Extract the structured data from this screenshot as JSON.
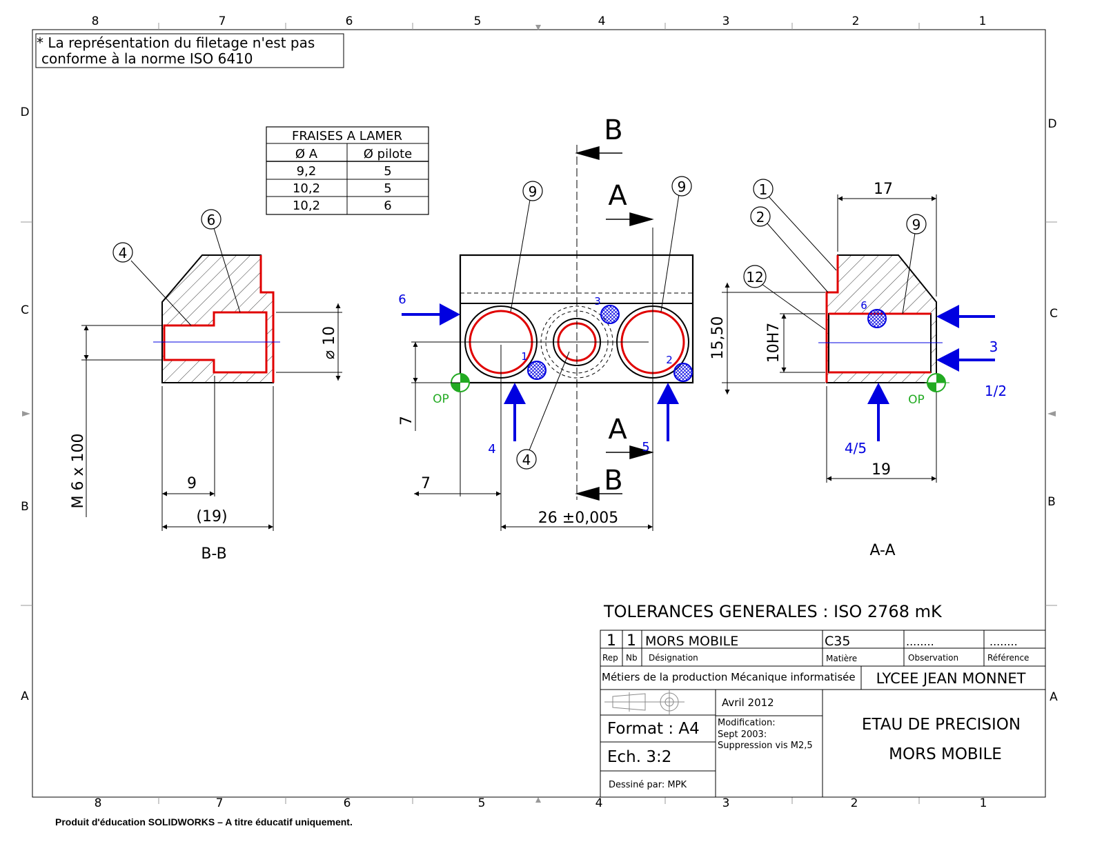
{
  "border": {
    "cols_top": [
      "8",
      "7",
      "6",
      "5",
      "4",
      "3",
      "2",
      "1"
    ],
    "cols_bottom": [
      "8",
      "7",
      "6",
      "5",
      "4",
      "3",
      "2",
      "1"
    ],
    "rows_left": [
      "D",
      "C",
      "B",
      "A"
    ],
    "rows_right": [
      "D",
      "C",
      "B",
      "A"
    ]
  },
  "note": {
    "line1": "* La représentation du filetage n'est pas",
    "line2": "conforme à la norme ISO 6410"
  },
  "fraises_table": {
    "title": "FRAISES A LAMER",
    "col1": "Ø A",
    "col2": "Ø pilote",
    "rows": [
      [
        "9,2",
        "5"
      ],
      [
        "10,2",
        "5"
      ],
      [
        "10,2",
        "6"
      ]
    ]
  },
  "view_bb": {
    "label": "B-B",
    "balloons": [
      "4",
      "6"
    ],
    "dim_diameter": "⌀ 10",
    "dim_thread": "M 6 x 100",
    "dim_9": "9",
    "dim_19": "(19)"
  },
  "view_front": {
    "cut_b": "B",
    "cut_a": "A",
    "balloon_9": "9",
    "balloon_4": "4",
    "arrow_6": "6",
    "arrow_4": "4",
    "arrow_5": "5",
    "pt_1": "1",
    "pt_2": "2",
    "pt_3": "3",
    "op": "OP",
    "dim_7_vert": "7",
    "dim_7_horiz": "7",
    "dim_26": "26 ±0,005"
  },
  "view_aa": {
    "label": "A-A",
    "balloons": [
      "1",
      "2",
      "9",
      "12"
    ],
    "dim_17": "17",
    "dim_19": "19",
    "dim_15_50": "15,50",
    "dim_10h7": "10H7",
    "arrow_3": "3",
    "arrow_12": "1/2",
    "arrow_45": "4/5",
    "pt_6": "6",
    "op": "OP"
  },
  "title_block": {
    "tolerances": "TOLERANCES GENERALES : ISO 2768 mK",
    "rep": "1",
    "nb": "1",
    "designation": "MORS MOBILE",
    "matiere": "C35",
    "observation": "........",
    "reference": "........",
    "hdr_rep": "Rep",
    "hdr_nb": "Nb",
    "hdr_designation": "Désignation",
    "hdr_matiere": "Matière",
    "hdr_observation": "Observation",
    "hdr_reference": "Référence",
    "section": "Métiers de la production Mécanique informatisée",
    "school": "LYCEE JEAN MONNET",
    "date": "Avril 2012",
    "mod_1": "Modification:",
    "mod_2": "Sept 2003:",
    "mod_3": "Suppression vis M2,5",
    "format": "Format : A4",
    "scale": "Ech.  3:2",
    "drawn_by": "Dessiné par: MPK",
    "title1": "ETAU DE PRECISION",
    "title2": "MORS MOBILE"
  },
  "footer": "Produit d'éducation SOLIDWORKS – A titre éducatif uniquement.",
  "colors": {
    "line": "#000000",
    "contact": "#e00000",
    "blue": "#0000e0",
    "green": "#22aa22"
  }
}
